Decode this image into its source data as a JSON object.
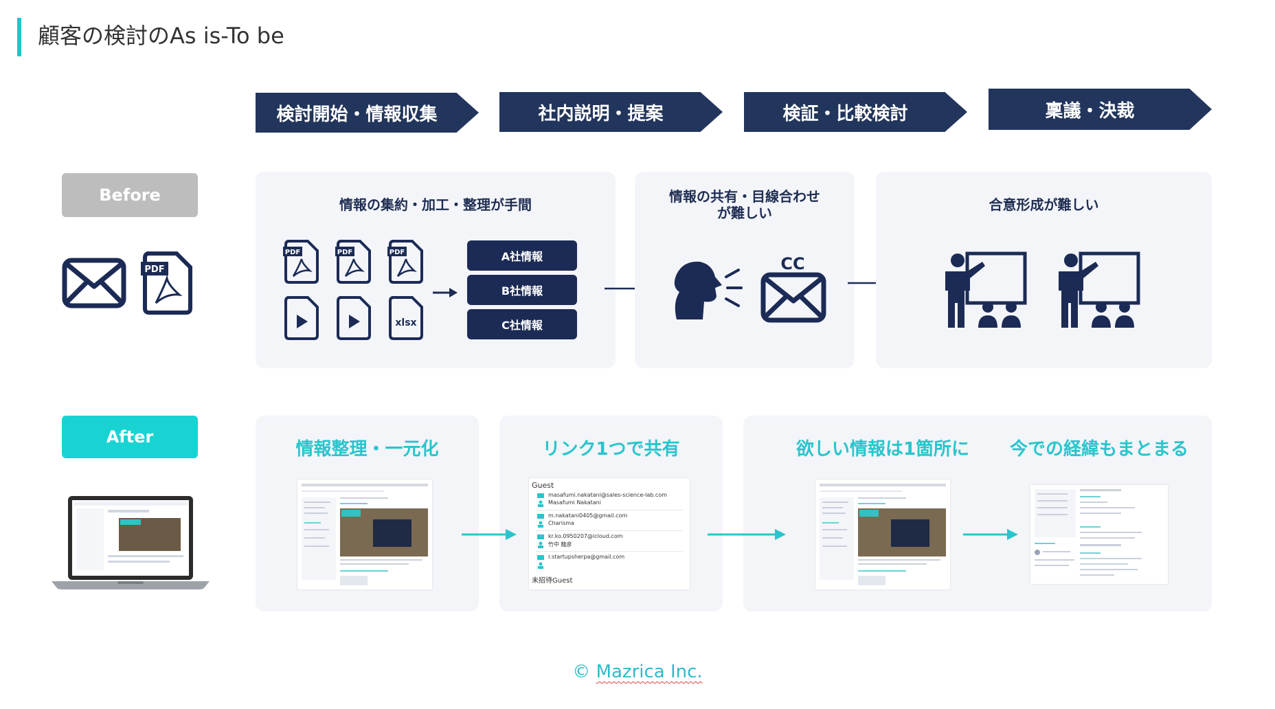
{
  "title": "顧客の検討のAs is-To be",
  "stages": [
    "検討開始・情報収集",
    "社内説明・提案",
    "検証・比較検討",
    "稟議・決裁"
  ],
  "before": {
    "label": "Before",
    "panel1_title": "情報の集約・加工・整理が手間",
    "panel2_title_line1": "情報の共有・目線合わせ",
    "panel2_title_line2": "が難しい",
    "panel3_title": "合意形成が難しい",
    "pdf_tag": "PDF",
    "xlsx_tag": "xlsx",
    "cc_tag": "CC",
    "info_boxes": [
      "A社情報",
      "B社情報",
      "C社情報"
    ]
  },
  "after": {
    "label": "After",
    "titles": [
      "情報整理・一元化",
      "リンク1つで共有",
      "欲しい情報は1箇所に",
      "今での経緯もまとまる"
    ],
    "guest_header": "Guest",
    "guests": [
      {
        "email": "masafumi.nakatani@sales-science-lab.com",
        "name": "Masafumi Nakatani"
      },
      {
        "email": "m.nakatani0405@gmail.com",
        "name": "Charisma"
      },
      {
        "email": "kr.ko.0950207@icloud.com",
        "name": "竹中 龍彦"
      },
      {
        "email": "r.startupsherpa@gmail.com",
        "name": ""
      }
    ],
    "guest_footer": "未招待Guest"
  },
  "colors": {
    "navy": "#22355c",
    "teal": "#19d3d3",
    "panel_bg": "#f3f5f9",
    "gray_label": "#bdbdbd"
  },
  "footer": {
    "copyright": "©",
    "brand": "Mazrica Inc."
  }
}
